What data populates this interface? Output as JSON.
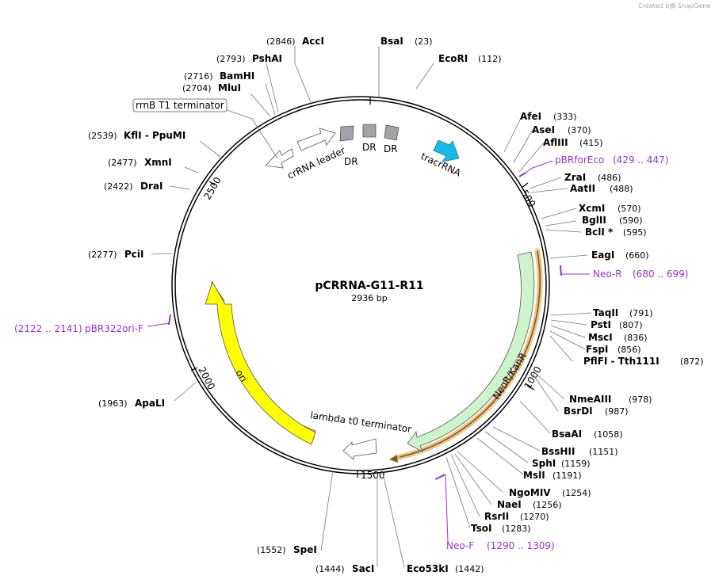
{
  "plasmid": {
    "name": "pCRRNA-G11-R11",
    "size_label": "2936 bp",
    "length": 2936
  },
  "watermark": {
    "created_by": "Created by",
    "brand": "SnapGene"
  },
  "tick_labels": [
    "500",
    "1000",
    "1500",
    "2000",
    "2500"
  ],
  "enzymes": [
    {
      "name": "AccI",
      "pos": "(2846)",
      "bp": 2846
    },
    {
      "name": "BsaI",
      "pos": "(23)",
      "bp": 23
    },
    {
      "name": "EcoRI",
      "pos": "(112)",
      "bp": 112
    },
    {
      "name": "PshAI",
      "pos": "(2793)",
      "bp": 2793
    },
    {
      "name": "BamHI",
      "pos": "(2716)",
      "bp": 2716
    },
    {
      "name": "MluI",
      "pos": "(2704)",
      "bp": 2704
    },
    {
      "name": "KflI - PpuMI",
      "pos": "(2539)",
      "bp": 2539
    },
    {
      "name": "XmnI",
      "pos": "(2477)",
      "bp": 2477
    },
    {
      "name": "DraI",
      "pos": "(2422)",
      "bp": 2422
    },
    {
      "name": "PciI",
      "pos": "(2277)",
      "bp": 2277
    },
    {
      "name": "ApaLI",
      "pos": "(1963)",
      "bp": 1963
    },
    {
      "name": "SpeI",
      "pos": "(1552)",
      "bp": 1552
    },
    {
      "name": "SacI",
      "pos": "(1444)",
      "bp": 1444
    },
    {
      "name": "Eco53kI",
      "pos": "(1442)",
      "bp": 1442
    },
    {
      "name": "TsoI",
      "pos": "(1283)",
      "bp": 1283
    },
    {
      "name": "RsrII",
      "pos": "(1270)",
      "bp": 1270
    },
    {
      "name": "NaeI",
      "pos": "(1256)",
      "bp": 1256
    },
    {
      "name": "NgoMIV",
      "pos": "(1254)",
      "bp": 1254
    },
    {
      "name": "MslI",
      "pos": "(1191)",
      "bp": 1191
    },
    {
      "name": "SphI",
      "pos": "(1159)",
      "bp": 1159
    },
    {
      "name": "BssHII",
      "pos": "(1151)",
      "bp": 1151
    },
    {
      "name": "BsaAI",
      "pos": "(1058)",
      "bp": 1058
    },
    {
      "name": "BsrDI",
      "pos": "(987)",
      "bp": 987
    },
    {
      "name": "NmeAIII",
      "pos": "(978)",
      "bp": 978
    },
    {
      "name": "PflFI - Tth111I",
      "pos": "(872)",
      "bp": 872
    },
    {
      "name": "FspI",
      "pos": "(856)",
      "bp": 856
    },
    {
      "name": "MscI",
      "pos": "(836)",
      "bp": 836
    },
    {
      "name": "PstI",
      "pos": "(807)",
      "bp": 807
    },
    {
      "name": "TaqII",
      "pos": "(791)",
      "bp": 791
    },
    {
      "name": "EagI",
      "pos": "(660)",
      "bp": 660
    },
    {
      "name": "BclI *",
      "pos": "(595)",
      "bp": 595
    },
    {
      "name": "BglII",
      "pos": "(590)",
      "bp": 590
    },
    {
      "name": "XcmI",
      "pos": "(570)",
      "bp": 570
    },
    {
      "name": "AatII",
      "pos": "(488)",
      "bp": 488
    },
    {
      "name": "ZraI",
      "pos": "(486)",
      "bp": 486
    },
    {
      "name": "AflIII",
      "pos": "(415)",
      "bp": 415
    },
    {
      "name": "AseI",
      "pos": "(370)",
      "bp": 370
    },
    {
      "name": "AfeI",
      "pos": "(333)",
      "bp": 333
    }
  ],
  "primers": [
    {
      "name": "pBRforEco",
      "range": "(429 .. 447)",
      "bp": 438
    },
    {
      "name": "Neo-R",
      "range": "(680 .. 699)",
      "bp": 690
    },
    {
      "name": "Neo-F",
      "range": "(1290 .. 1309)",
      "bp": 1300
    },
    {
      "name": "pBR322ori-F",
      "range": "(2122 .. 2141)",
      "bp": 2131
    }
  ],
  "features": [
    {
      "name": "tracrRNA",
      "color": "#1ab8e8"
    },
    {
      "name": "NeoR/KanR",
      "color": "#ccf5cc"
    },
    {
      "name": "ori",
      "color": "#ffff00"
    },
    {
      "name": "lambda t0 terminator",
      "color": "#ffffff"
    },
    {
      "name": "crRNA leader",
      "color": "#ffffff"
    },
    {
      "name": "rrnB T1 terminator",
      "color": "#ffffff"
    },
    {
      "name": "DR",
      "color": "#a0a4a8"
    },
    {
      "name": "DR",
      "color": "#a0a4a8"
    },
    {
      "name": "DR",
      "color": "#a0a4a8"
    }
  ],
  "colors": {
    "primer": "#9b2fd6",
    "orf_outline": "#d9962b",
    "backbone": "#000000"
  }
}
